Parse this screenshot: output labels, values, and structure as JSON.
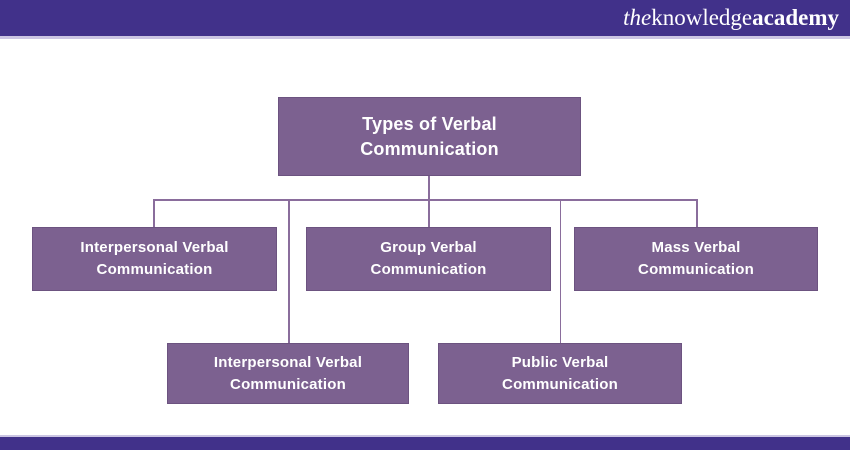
{
  "header": {
    "logo": {
      "the": "the",
      "knowledge": "knowledge",
      "academy": "academy"
    }
  },
  "diagram": {
    "root": {
      "lines": [
        "Types of Verbal",
        "Communication"
      ]
    },
    "level1": [
      {
        "lines": [
          "Interpersonal Verbal",
          "Communication"
        ]
      },
      {
        "lines": [
          "Group Verbal",
          "Communication"
        ]
      },
      {
        "lines": [
          "Mass Verbal",
          "Communication"
        ]
      }
    ],
    "level2": [
      {
        "lines": [
          "Interpersonal Verbal",
          "Communication"
        ]
      },
      {
        "lines": [
          "Public Verbal",
          "Communication"
        ]
      }
    ]
  },
  "colors": {
    "header_bg": "#41318A",
    "divider": "#CBC5E3",
    "node_fill": "#7C6190",
    "node_border": "#6C5380",
    "connector": "#8A6D9C",
    "text": "#FFFFFF",
    "background": "#FFFFFF"
  }
}
